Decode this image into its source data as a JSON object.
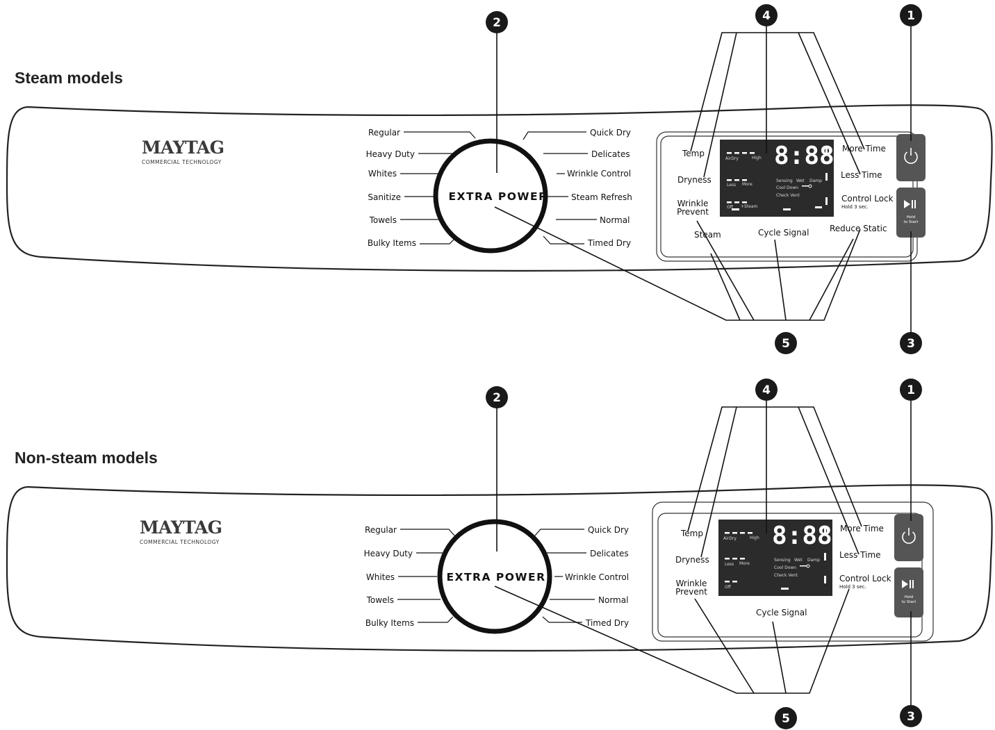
{
  "colors": {
    "panel_stroke": "#222222",
    "display_bg": "#2b2b2b",
    "button_bg": "#555555",
    "callout_bg": "#1a1a1a",
    "line": "#111111"
  },
  "brand": {
    "name": "MAYTAG",
    "subtitle": "COMMERCIAL TECHNOLOGY"
  },
  "callouts": {
    "power": "1",
    "knob": "2",
    "start": "3",
    "display": "4",
    "options": "5"
  },
  "steam": {
    "title": "Steam models",
    "knob_label": "EXTRA POWER",
    "cycles_left": [
      "Regular",
      "Heavy Duty",
      "Whites",
      "Sanitize",
      "Towels",
      "Bulky Items"
    ],
    "cycles_right": [
      "Quick Dry",
      "Delicates",
      "Wrinkle Control",
      "Steam Refresh",
      "Normal",
      "Timed Dry"
    ],
    "options_left": {
      "temp": "Temp",
      "dryness": "Dryness",
      "wrinkle_1": "Wrinkle",
      "wrinkle_2": "Prevent",
      "steam": "Steam"
    },
    "options_bottom": {
      "cycle_signal": "Cycle Signal",
      "reduce_static": "Reduce Static"
    },
    "options_right": {
      "more_time": "More Time",
      "less_time": "Less Time",
      "control_lock": "Control Lock",
      "hold": "Hold 3 sec."
    },
    "display": {
      "digits": "8:88",
      "airdry": "AirDry",
      "high": "High",
      "less": "Less",
      "more": "More",
      "off": "Off",
      "steam_plus": "+Steam",
      "sensing": "Sensing",
      "wet": "Wet",
      "damp": "Damp",
      "cool_down": "Cool Down",
      "check_vent": "Check Vent"
    },
    "start_button": {
      "line1": "Hold",
      "line2": "to Start"
    }
  },
  "nonsteam": {
    "title": "Non-steam models",
    "knob_label": "EXTRA POWER",
    "cycles_left": [
      "Regular",
      "Heavy Duty",
      "Whites",
      "Towels",
      "Bulky Items"
    ],
    "cycles_right": [
      "Quick Dry",
      "Delicates",
      "Wrinkle Control",
      "Normal",
      "Timed Dry"
    ],
    "options_left": {
      "temp": "Temp",
      "dryness": "Dryness",
      "wrinkle_1": "Wrinkle",
      "wrinkle_2": "Prevent"
    },
    "options_bottom": {
      "cycle_signal": "Cycle Signal"
    },
    "options_right": {
      "more_time": "More Time",
      "less_time": "Less Time",
      "control_lock": "Control Lock",
      "hold": "Hold 3 sec."
    },
    "display": {
      "digits": "8:88",
      "airdry": "AirDry",
      "high": "High",
      "less": "Less",
      "more": "More",
      "off": "Off",
      "sensing": "Sensing",
      "wet": "Wet",
      "damp": "Damp",
      "cool_down": "Cool Down",
      "check_vent": "Check Vent"
    },
    "start_button": {
      "line1": "Hold",
      "line2": "to Start"
    }
  }
}
